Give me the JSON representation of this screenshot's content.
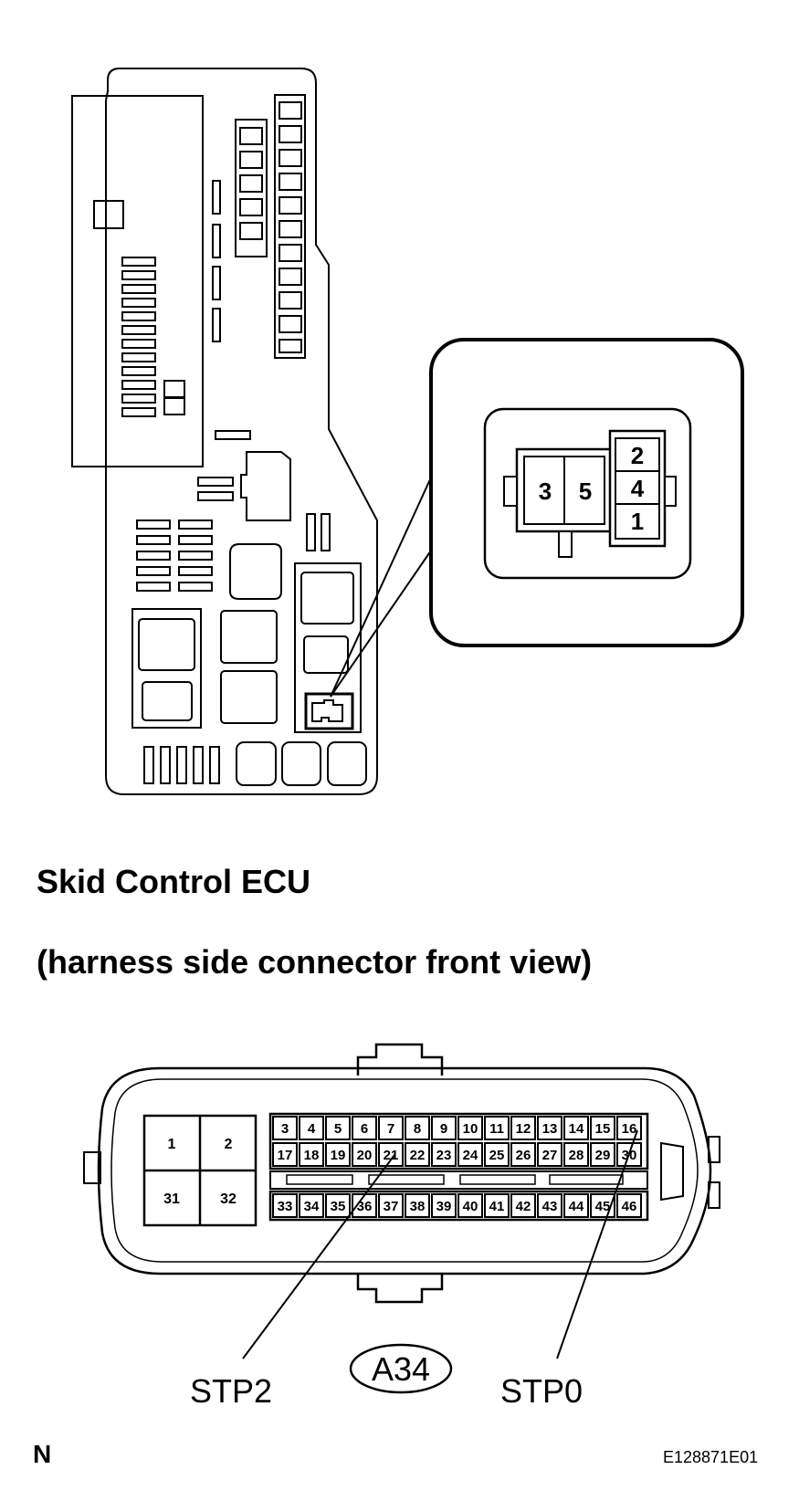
{
  "diagram": {
    "title": "Skid Control ECU",
    "subtitle": "(harness side connector front view)",
    "relay_connector_pins": [
      "3",
      "5",
      "2",
      "4",
      "1"
    ],
    "ecu_connector": {
      "code": "A34",
      "big_pins": [
        "1",
        "2",
        "31",
        "32"
      ],
      "row1": [
        "3",
        "4",
        "5",
        "6",
        "7",
        "8",
        "9",
        "10",
        "11",
        "12",
        "13",
        "14",
        "15",
        "16"
      ],
      "row2": [
        "17",
        "18",
        "19",
        "20",
        "21",
        "22",
        "23",
        "24",
        "25",
        "26",
        "27",
        "28",
        "29",
        "30"
      ],
      "row3": [
        "33",
        "34",
        "35",
        "36",
        "37",
        "38",
        "39",
        "40",
        "41",
        "42",
        "43",
        "44",
        "45",
        "46"
      ]
    },
    "labels": {
      "left": "STP2",
      "right": "STP0"
    },
    "north_mark": "N",
    "figure_code": "E128871E01"
  }
}
